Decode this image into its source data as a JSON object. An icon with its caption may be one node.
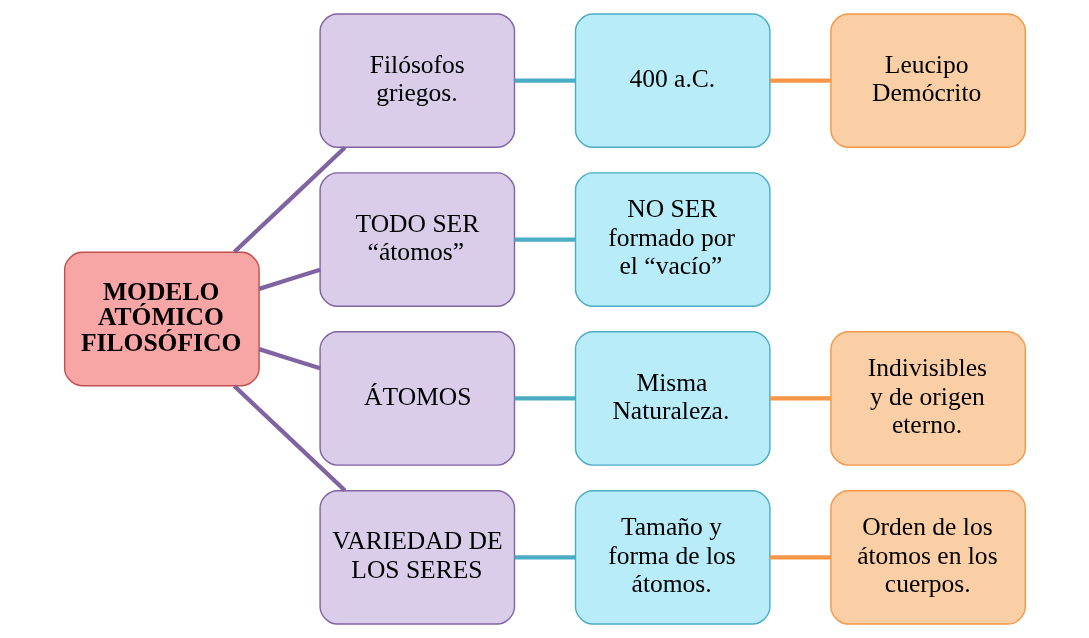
{
  "diagram": {
    "nodes": [
      {
        "text": [
          "MODELO ATÓMICO FILOSÓFICO"
        ]
      },
      {
        "text": [
          "Filósofos griegos."
        ]
      },
      {
        "text": [
          "400 a.C."
        ]
      },
      {
        "text": [
          "Leucipo Demócrito"
        ]
      },
      {
        "text": [
          "TODO SER “átomos”"
        ]
      },
      {
        "text": [
          "NO SER formado por el “vacío”"
        ]
      },
      {
        "text": [
          "ÁTOMOS"
        ]
      },
      {
        "text": [
          "Misma Naturaleza."
        ]
      },
      {
        "text": [
          "Indivisibles y de origen eterno."
        ]
      },
      {
        "text": [
          "VARIEDAD DE LOS SERES"
        ]
      },
      {
        "text": [
          "Tamaño y forma de los átomos."
        ]
      },
      {
        "text": [
          "Orden de los átomos en los cuerpos."
        ]
      }
    ],
    "edges": [
      {
        "from": 0,
        "to": 1,
        "arrow": "none",
        "color": "#8064a2"
      },
      {
        "from": 0,
        "to": 4,
        "arrow": "none",
        "color": "#8064a2"
      },
      {
        "from": 0,
        "to": 6,
        "arrow": "none",
        "color": "#8064a2"
      },
      {
        "from": 0,
        "to": 9,
        "arrow": "none",
        "color": "#8064a2"
      },
      {
        "from": 1,
        "to": 2,
        "arrow": "none",
        "color": "#4bacc6"
      },
      {
        "from": 2,
        "to": 3,
        "arrow": "none",
        "color": "#f79646"
      },
      {
        "from": 4,
        "to": 5,
        "arrow": "none",
        "color": "#4bacc6"
      },
      {
        "from": 6,
        "to": 7,
        "arrow": "none",
        "color": "#4bacc6"
      },
      {
        "from": 7,
        "to": 8,
        "arrow": "none",
        "color": "#f79646"
      },
      {
        "from": 9,
        "to": 10,
        "arrow": "none",
        "color": "#4bacc6"
      },
      {
        "from": 10,
        "to": 11,
        "arrow": "none",
        "color": "#f79646"
      }
    ]
  }
}
